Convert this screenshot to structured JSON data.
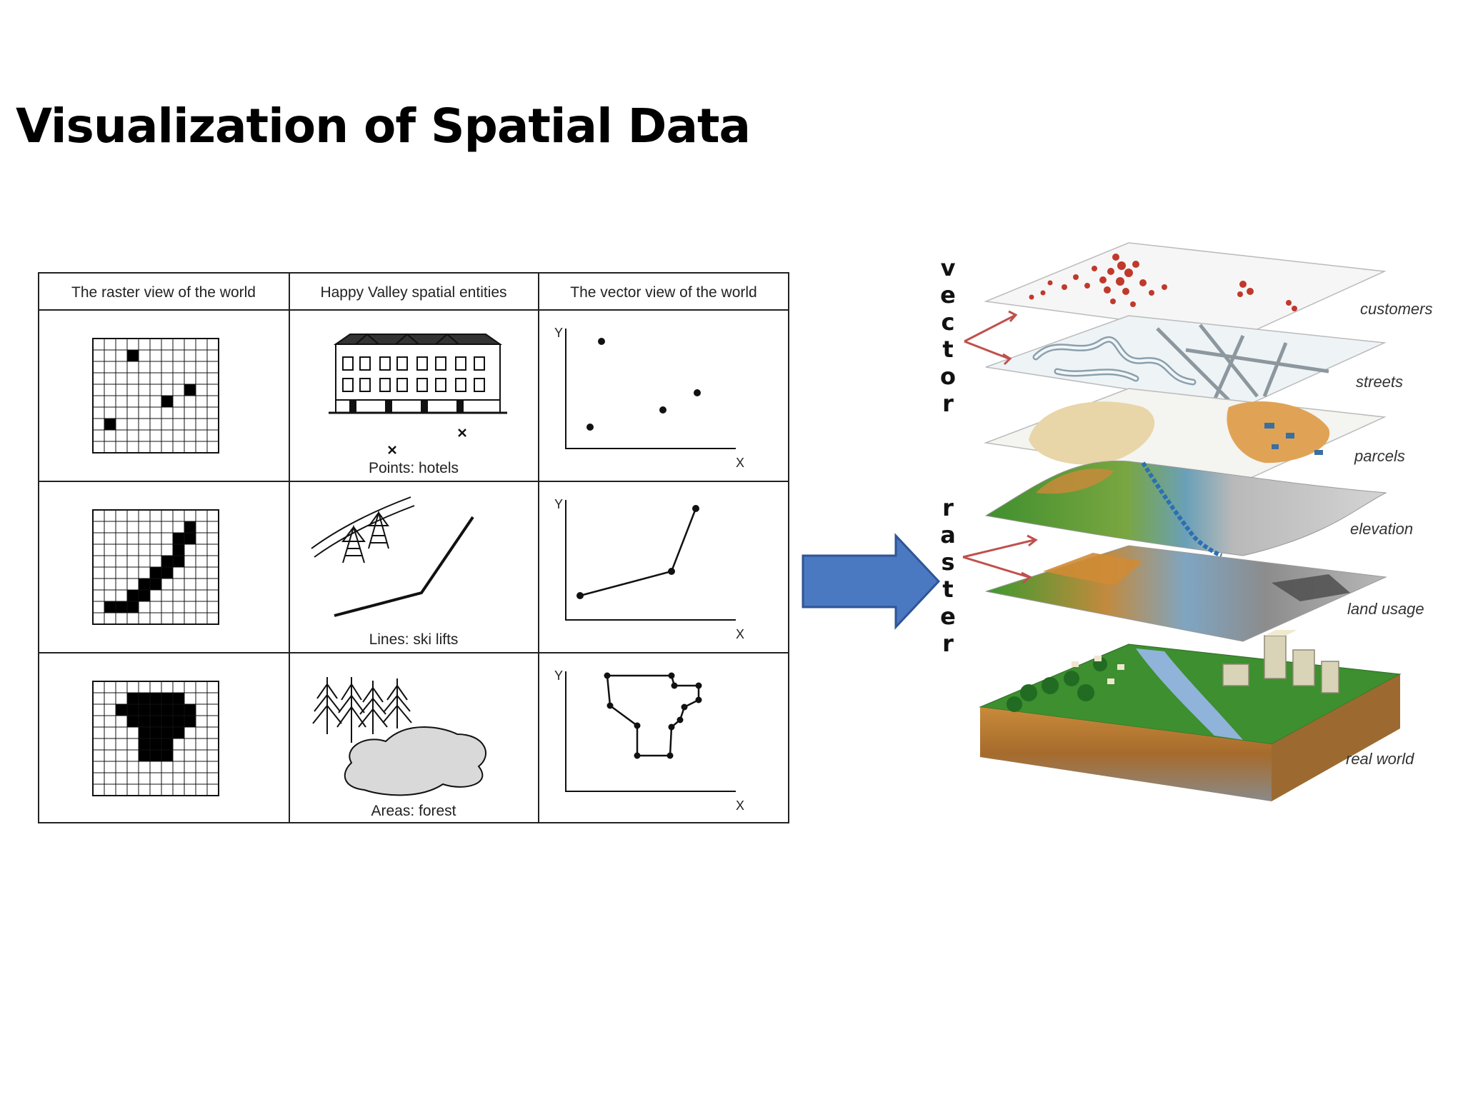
{
  "title": "Visualization of Spatial Data",
  "table": {
    "headers": [
      "The raster view of the world",
      "Happy Valley spatial entities",
      "The vector view of the world"
    ],
    "rows": [
      {
        "entity_caption": "Points: hotels"
      },
      {
        "entity_caption": "Lines: ski lifts"
      },
      {
        "entity_caption": "Areas: forest"
      }
    ],
    "axis_x": "X",
    "axis_y": "Y"
  },
  "arrow": {
    "color": "#4a78c1",
    "direction": "right"
  },
  "layers": {
    "group_vector": "vector",
    "group_raster": "raster",
    "labels": [
      "customers",
      "streets",
      "parcels",
      "elevation",
      "land usage",
      "real world"
    ]
  },
  "icons": [
    "hotel-building-icon",
    "power-pylon-icon",
    "pine-trees-icon",
    "lake-shape-icon",
    "right-arrow-icon"
  ]
}
